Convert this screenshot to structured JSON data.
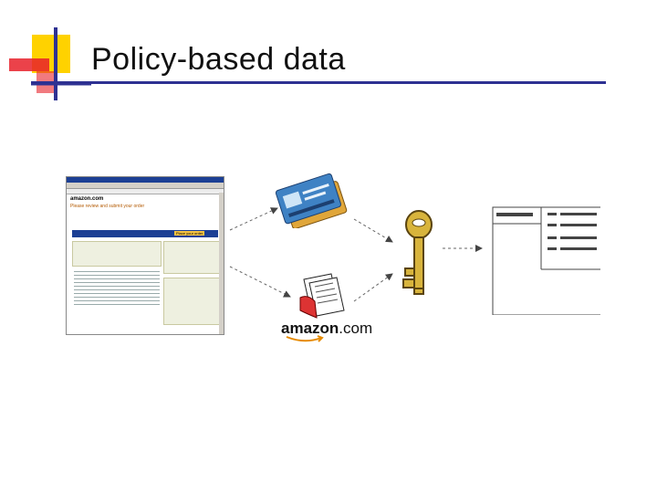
{
  "slide": {
    "title": "Policy-based data"
  },
  "browser": {
    "site_name": "amazon.com",
    "heading": "Please review and submit your order",
    "button_label": "Place your order"
  },
  "amazon_logo": {
    "name": "amazon",
    "suffix": ".com"
  },
  "colors": {
    "title_rule": "#2e3192",
    "deco_yellow": "#ffd200",
    "deco_red": "#e8212a",
    "deco_blue": "#2e3192",
    "key_gold": "#d8b43c"
  },
  "icons": [
    "corner-decoration-icon",
    "browser-screenshot",
    "credit-card-icon",
    "documents-icon",
    "key-icon",
    "form-document-icon",
    "arrow-icon"
  ]
}
